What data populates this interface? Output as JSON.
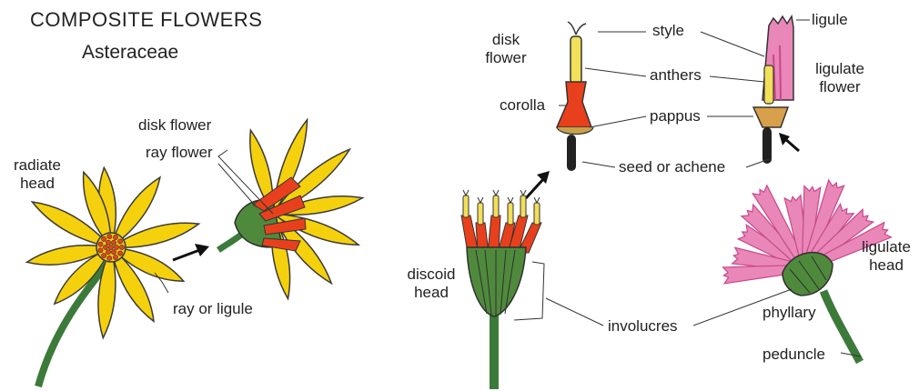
{
  "title": "COMPOSITE FLOWERS",
  "subtitle": "Asteraceae",
  "colors": {
    "petal_yellow": "#f5d10d",
    "petal_outline": "#3a3a3a",
    "red": "#e8401c",
    "stem_green": "#3c7a3a",
    "pink": "#e987b8",
    "pink_dark": "#c9478a",
    "brown": "#b07a2a"
  },
  "labels": {
    "radiate_head": "radiate head",
    "disk_flower_left": "disk flower",
    "ray_flower": "ray flower",
    "ray_or_ligule": "ray or ligule",
    "disk_flower_right": "disk flower",
    "corolla": "corolla",
    "style": "style",
    "anthers": "anthers",
    "pappus": "pappus",
    "seed_or_achene": "seed or achene",
    "ligule": "ligule",
    "ligulate_flower": "ligulate flower",
    "discoid_head": "discoid head",
    "involucres": "involucres",
    "phyllary": "phyllary",
    "ligulate_head": "ligulate head",
    "peduncle": "peduncle"
  },
  "icons": [
    "arrow-icon"
  ]
}
